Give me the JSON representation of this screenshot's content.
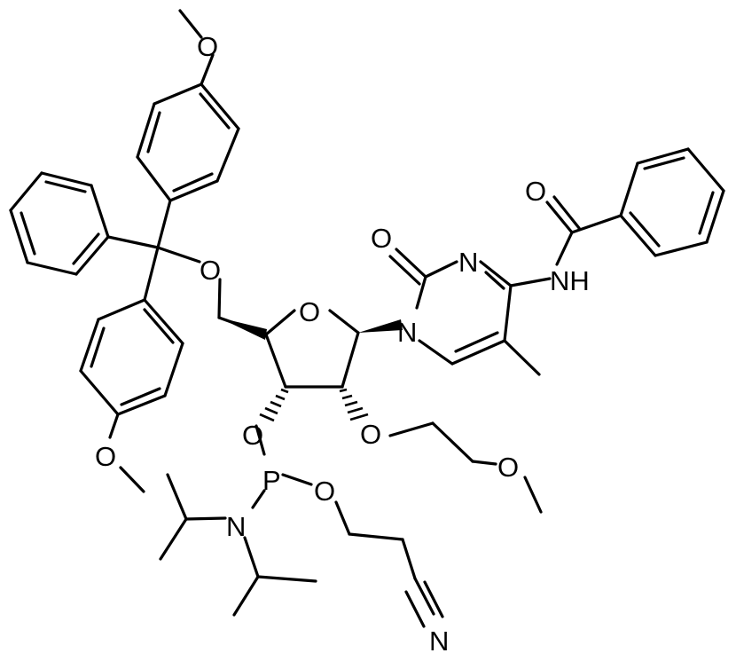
{
  "atoms": {
    "o_methoxy_top": "O",
    "o_trityl_ether": "O",
    "o_methoxy_bottom": "O",
    "o_ring": "O",
    "n1": "N",
    "o_c2_carbonyl": "O",
    "n3": "N",
    "nh": "NH",
    "o_benzoyl": "O",
    "o_3prime": "O",
    "p": "P",
    "o_cyanoethyl": "O",
    "n_diisopropyl": "N",
    "o_2prime": "O",
    "o_methoxyethyl": "O",
    "n_nitrile": "N"
  }
}
